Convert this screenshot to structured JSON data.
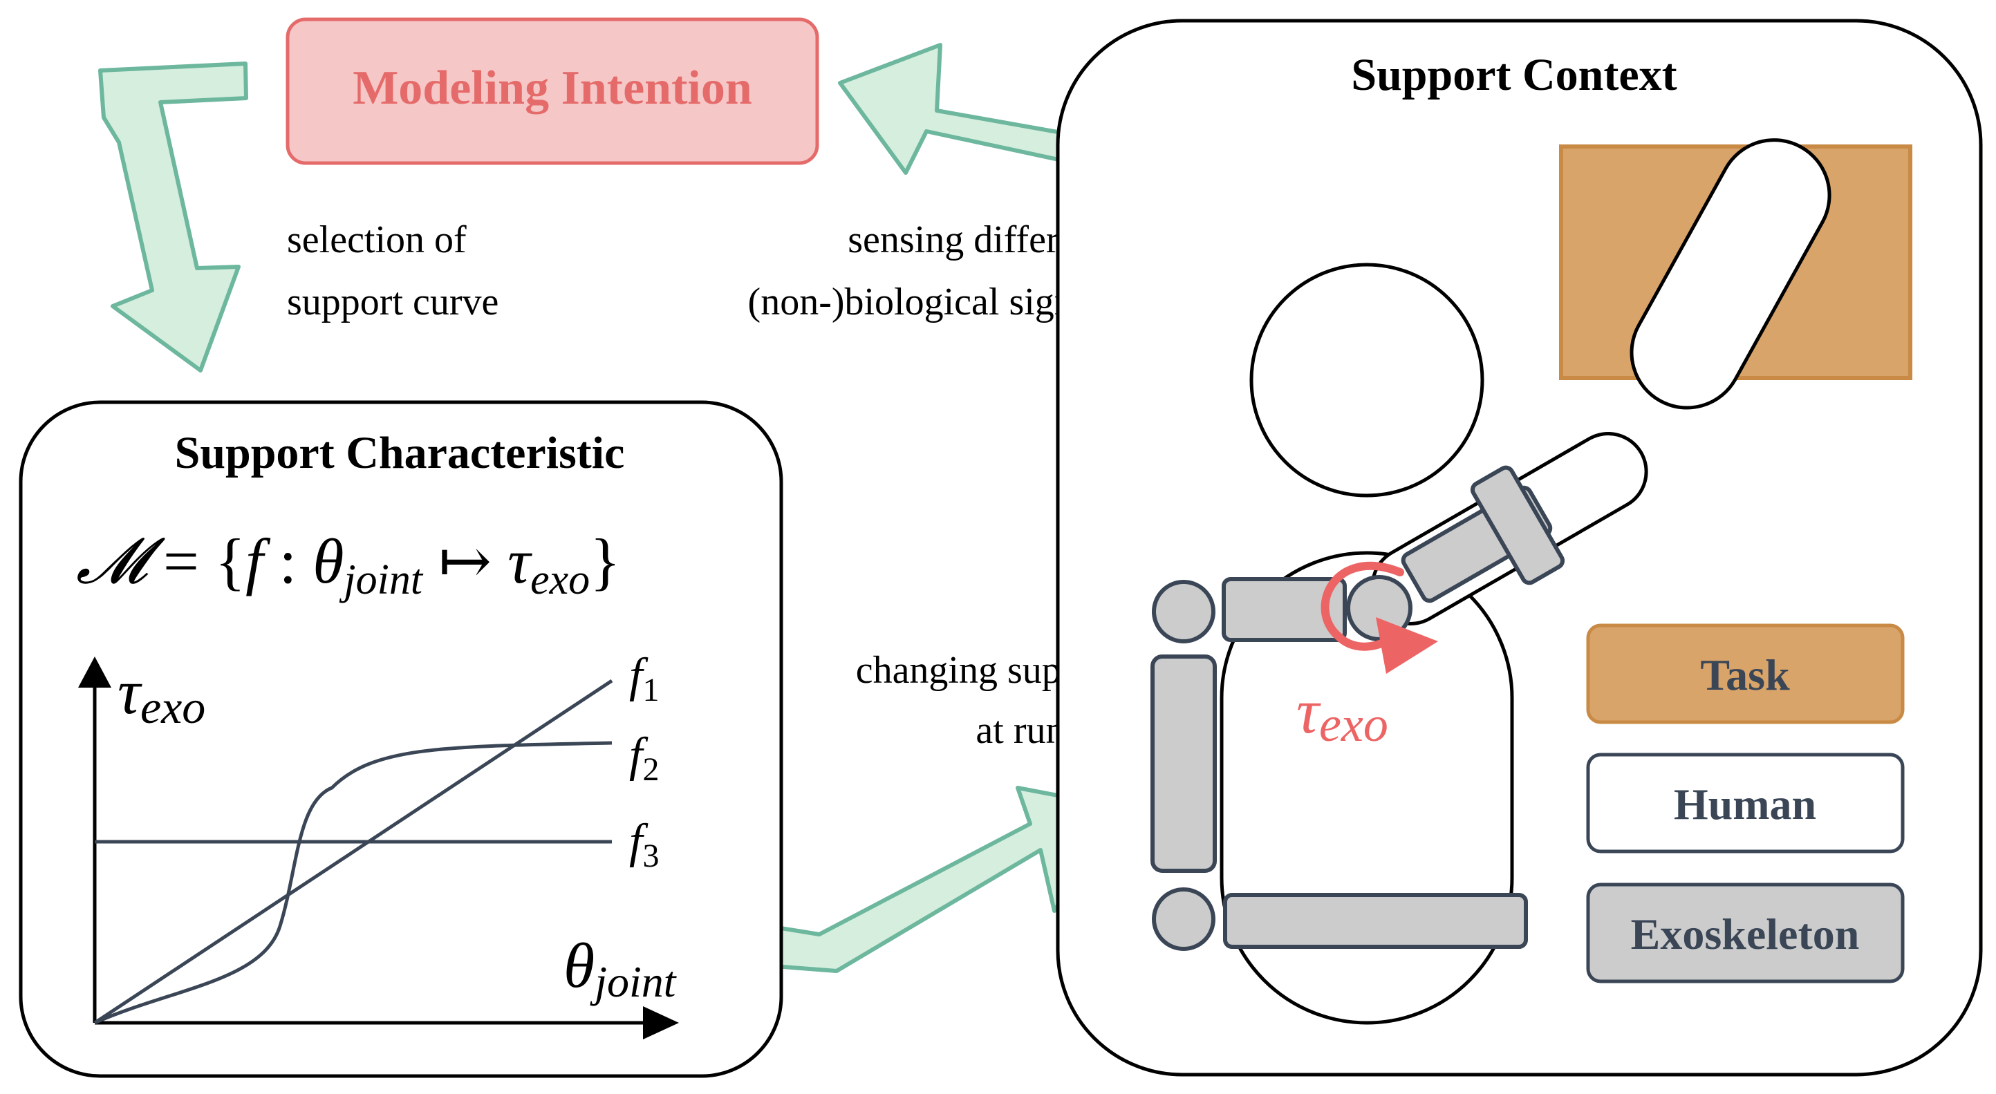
{
  "colors": {
    "outline": "#000000",
    "arrow_fill": "#d5eedd",
    "arrow_stroke": "#6cb79d",
    "intention_fill": "#f6c7c7",
    "intention_stroke": "#e56b6b",
    "intention_text": "#e56b6b",
    "task_fill": "#d9a46a",
    "task_stroke": "#c88a45",
    "exo_fill": "#cccccc",
    "exo_stroke": "#3a4656",
    "curve": "#3a4656",
    "torque": "#ec6464",
    "legend_text": "#3a4656"
  },
  "intention": {
    "title": "Modeling Intention"
  },
  "labels": {
    "selection_line1": "selection of",
    "selection_line2": "support curve",
    "sensing_line1": "sensing different",
    "sensing_line2": "(non-)biological signals",
    "changing_line1": "changing support",
    "changing_line2": "at runtime"
  },
  "characteristic": {
    "title": "Support Characteristic",
    "formula_set": "𝓜",
    "formula_eq": " = {",
    "formula_f": "f",
    "formula_colon": " : ",
    "formula_theta": "θ",
    "formula_joint": "joint",
    "formula_maps": " ↦ ",
    "formula_tau": "τ",
    "formula_exo": "exo",
    "formula_close": "}"
  },
  "chart_data": {
    "type": "line",
    "ylabel_symbol": "τ",
    "ylabel_sub": "exo",
    "xlabel_symbol": "θ",
    "xlabel_sub": "joint",
    "series": [
      {
        "name": "f",
        "sub": "1",
        "shape": "linear"
      },
      {
        "name": "f",
        "sub": "2",
        "shape": "sigmoid"
      },
      {
        "name": "f",
        "sub": "3",
        "shape": "constant"
      }
    ]
  },
  "context": {
    "title": "Support Context",
    "torque_symbol": "τ",
    "torque_sub": "exo"
  },
  "legend": {
    "task": "Task",
    "human": "Human",
    "exoskeleton": "Exoskeleton"
  }
}
